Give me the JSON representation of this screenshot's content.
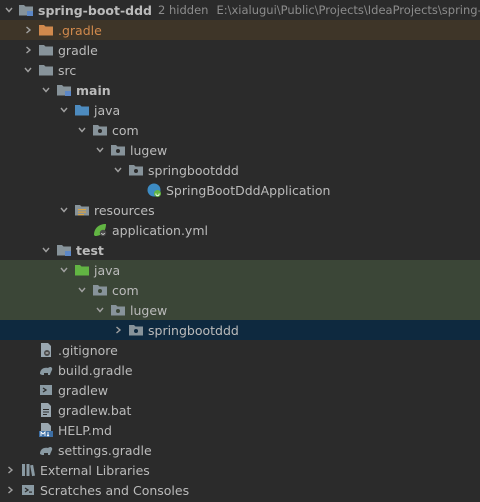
{
  "project": {
    "name": "spring-boot-ddd",
    "hidden": "2 hidden",
    "path": "E:\\xialugui\\Public\\Projects\\IdeaProjects\\spring-b"
  },
  "nodes": {
    "gradle_dir": ".gradle",
    "gradle": "gradle",
    "src": "src",
    "main": "main",
    "main_java": "java",
    "main_com": "com",
    "main_lugew": "lugew",
    "main_springbootddd": "springbootddd",
    "app_class": "SpringBootDddApplication",
    "resources": "resources",
    "app_yml": "application.yml",
    "test": "test",
    "test_java": "java",
    "test_com": "com",
    "test_lugew": "lugew",
    "test_springbootddd": "springbootddd",
    "gitignore": ".gitignore",
    "build_gradle": "build.gradle",
    "gradlew": "gradlew",
    "gradlew_bat": "gradlew.bat",
    "help_md": "HELP.md",
    "settings_gradle": "settings.gradle",
    "external_libraries": "External Libraries",
    "scratches": "Scratches and Consoles"
  },
  "icons": {
    "folder": "folder-icon",
    "module": "module-folder-icon",
    "package": "package-icon",
    "java_class": "spring-class-icon",
    "yml": "spring-yml-icon",
    "git": "gitignore-icon",
    "gradle_file": "gradle-file-icon",
    "script": "script-icon",
    "text": "text-file-icon",
    "md": "markdown-icon",
    "libraries": "libraries-icon",
    "scratches": "scratches-icon"
  },
  "colors": {
    "background": "#2b2b2b",
    "selected_row": "#0e293f",
    "excluded_row": "#3e3528",
    "test_row": "#3b4637",
    "excluded_text": "#d0894d",
    "source_folder": "#62b543",
    "folder": "#87939a"
  }
}
